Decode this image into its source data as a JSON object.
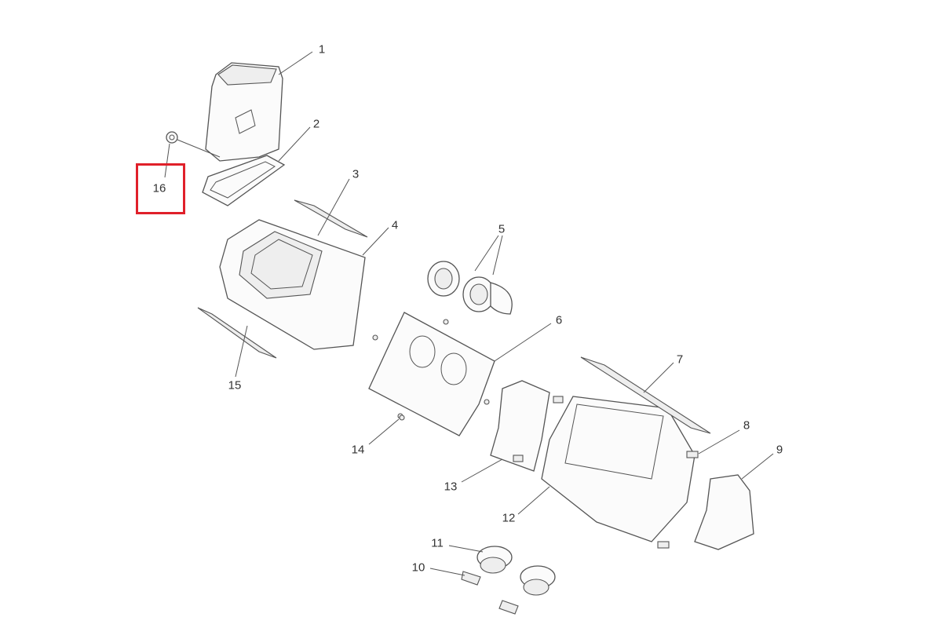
{
  "diagram": {
    "callouts": [
      {
        "id": "1",
        "text": "1"
      },
      {
        "id": "2",
        "text": "2"
      },
      {
        "id": "3",
        "text": "3"
      },
      {
        "id": "4",
        "text": "4"
      },
      {
        "id": "5",
        "text": "5"
      },
      {
        "id": "6",
        "text": "6"
      },
      {
        "id": "7",
        "text": "7"
      },
      {
        "id": "8",
        "text": "8"
      },
      {
        "id": "9",
        "text": "9"
      },
      {
        "id": "10",
        "text": "10"
      },
      {
        "id": "11",
        "text": "11"
      },
      {
        "id": "12",
        "text": "12"
      },
      {
        "id": "13",
        "text": "13"
      },
      {
        "id": "14",
        "text": "14"
      },
      {
        "id": "15",
        "text": "15"
      },
      {
        "id": "16",
        "text": "16"
      }
    ],
    "highlighted_part": "16",
    "highlight_color": "#e0202a"
  }
}
